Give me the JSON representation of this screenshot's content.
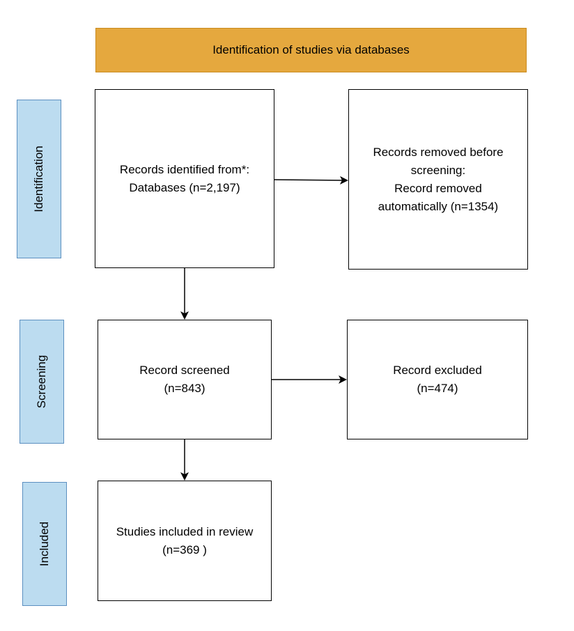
{
  "header": {
    "label": "Identification of studies via databases"
  },
  "stages": {
    "identification": "Identification",
    "screening": "Screening",
    "included": "Included"
  },
  "boxes": {
    "records_identified": {
      "line1": "Records identified from*:",
      "line2": "Databases (n=2,197)"
    },
    "records_removed": {
      "line1": "Records removed before",
      "line2": "screening:",
      "line3": "Record removed",
      "line4": "automatically (n=1354)"
    },
    "record_screened": {
      "line1": "Record screened",
      "line2": "(n=843)"
    },
    "record_excluded": {
      "line1": "Record excluded",
      "line2": "(n=474)"
    },
    "studies_included": {
      "line1": "Studies included in review",
      "line2": "(n=369 )"
    }
  },
  "colors": {
    "header_fill": "#e5a83e",
    "header_border": "#c98a1e",
    "stage_fill": "#bcdcf0",
    "stage_border": "#5b8fc0",
    "box_border": "#000000"
  }
}
